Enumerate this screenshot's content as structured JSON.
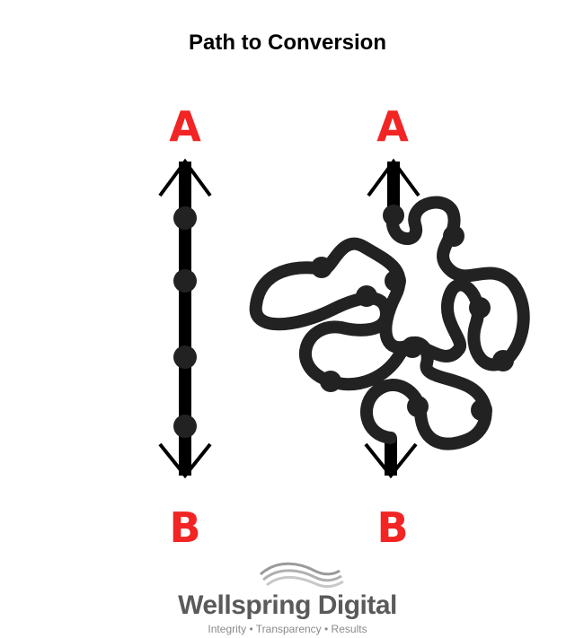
{
  "title": "Path to Conversion",
  "left_path": {
    "start_label": "A",
    "end_label": "B",
    "stops": 4
  },
  "right_path": {
    "start_label": "A",
    "end_label": "B"
  },
  "logo": {
    "name": "Wellspring Digital",
    "tagline": "Integrity • Transparency • Results"
  },
  "colors": {
    "label": "#f22424",
    "path": "#222222",
    "logo_text": "#5a5a5a"
  }
}
